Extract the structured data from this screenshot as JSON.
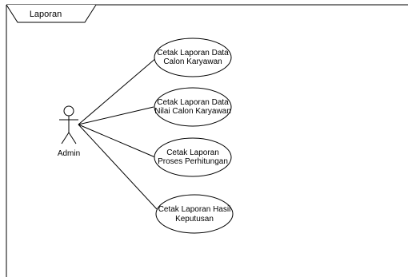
{
  "frame": {
    "title": "Laporan"
  },
  "actor": {
    "name": "Admin"
  },
  "use_cases": [
    {
      "lines": [
        "Cetak Laporan Data",
        "Calon Karyawan"
      ]
    },
    {
      "lines": [
        "Cetak Laporan Data",
        "Nilai Calon Karyawan"
      ]
    },
    {
      "lines": [
        "Cetak Laporan",
        "Proses Perhitungan"
      ]
    },
    {
      "lines": [
        "Cetak Laporan Hasil",
        "Keputusan"
      ]
    }
  ],
  "colors": {
    "stroke": "#000000",
    "fill": "#ffffff",
    "text": "#000000"
  }
}
